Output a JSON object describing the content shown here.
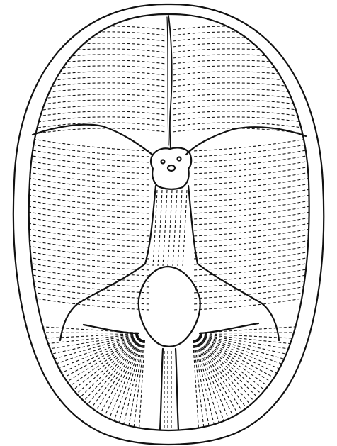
{
  "figure": {
    "colors": {
      "background": "#ffffff",
      "ink": "#111111"
    },
    "regions": [
      "skull-outer-outline",
      "skull-inner-outline",
      "left-anterior-fossa",
      "right-anterior-fossa",
      "left-middle-fossa",
      "right-middle-fossa",
      "left-posterior-fossa",
      "right-posterior-fossa",
      "clivus",
      "sella-turcica",
      "foramen-magnum",
      "crista-galli-ridge"
    ]
  }
}
